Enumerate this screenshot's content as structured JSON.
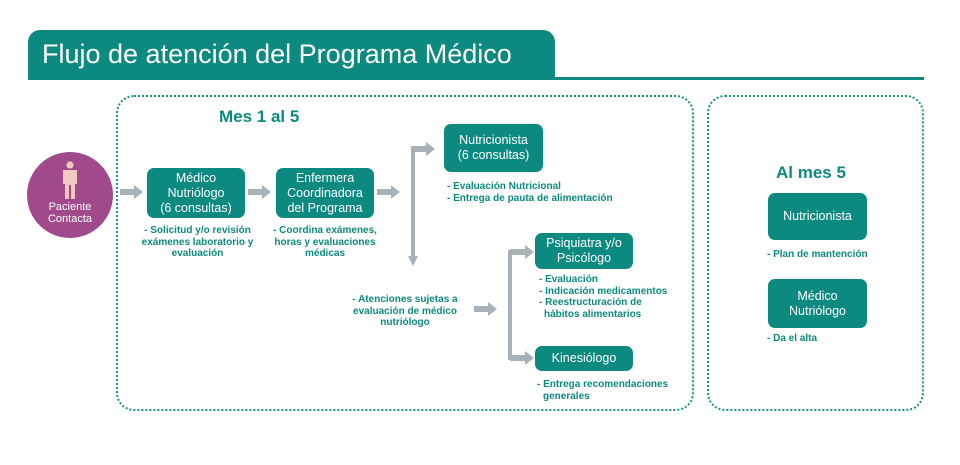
{
  "title": "Flujo de atención del Programa Médico",
  "colors": {
    "teal": "#0d8a80",
    "patient": "#a14a8b",
    "arrow": "#a8b0b8"
  },
  "patient": {
    "icon": "person-icon",
    "line1": "Paciente",
    "line2": "Contacta"
  },
  "phase1": {
    "heading": "Mes 1 al 5",
    "medico": {
      "lines": [
        "Médico",
        "Nutriólogo",
        "(6 consultas)"
      ],
      "note": [
        "- Solicitud y/o revisión",
        "exámenes laboratorio y",
        "evaluación"
      ]
    },
    "enfermera": {
      "lines": [
        "Enfermera",
        "Coordinadora",
        "del Programa"
      ],
      "note": [
        "- Coordina exámenes,",
        "horas y evaluaciones",
        "médicas"
      ]
    },
    "nutricionista": {
      "lines": [
        "Nutricionista",
        "(6 consultas)"
      ],
      "note": [
        "- Evaluación Nutricional",
        "- Entrega de pauta de alimentación"
      ]
    },
    "sujetas": [
      "- Atenciones sujetas a",
      "evaluación de médico",
      "nutriólogo"
    ],
    "psiquiatra": {
      "lines": [
        "Psiquiatra y/o",
        "Psicólogo"
      ],
      "note": [
        "- Evaluación",
        "- Indicación medicamentos",
        "- Reestructuración de",
        "hábitos alimentarios"
      ]
    },
    "kinesiologo": {
      "lines": [
        "Kinesiólogo"
      ],
      "note": [
        "- Entrega recomendaciones",
        "generales"
      ]
    }
  },
  "phase2": {
    "heading": "Al mes 5",
    "nutricionista": {
      "lines": [
        "Nutricionista"
      ],
      "note": [
        "- Plan de mantención"
      ]
    },
    "medico": {
      "lines": [
        "Médico",
        "Nutriólogo"
      ],
      "note": [
        "- Da el alta"
      ]
    }
  }
}
